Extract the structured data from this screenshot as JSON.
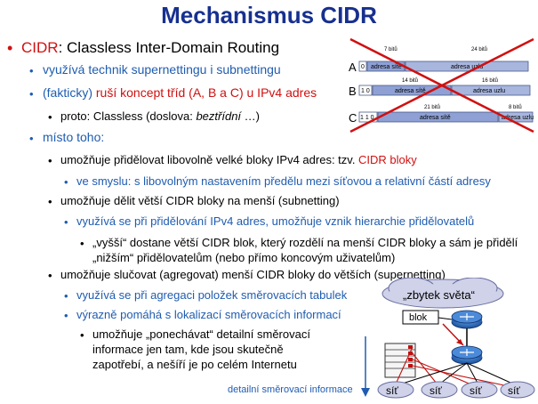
{
  "title": "Mechanismus CIDR",
  "lines": {
    "cidr_head": "CIDR",
    "cidr_rest": ": Classless Inter-Domain Routing",
    "a1": "využívá technik supernettingu i subnettingu",
    "a2_pre": "(fakticky) ",
    "a2_red": "ruší koncept tříd (A, B a C) u IPv4 adres",
    "a3_pre": "proto: Classless (doslova: ",
    "a3_it": "beztřídní",
    "a3_post": " …)",
    "b": "místo toho:",
    "c1_pre": "umožňuje přidělovat libovolně velké bloky IPv4 adres: tzv. ",
    "c1_red": "CIDR bloky",
    "c1a": "ve smyslu: s libovolným nastavením předělu mezi síťovou a relativní částí adresy",
    "c2": "umožňuje dělit větší CIDR bloky na menší (subnetting)",
    "c2a": "využívá se při přidělování IPv4 adres, umožňuje vznik hierarchie přidělovatelů",
    "c2b1": "„vyšší“ dostane větší CIDR blok, který rozdělí na menší CIDR bloky a sám je přidělí",
    "c2b2": "„nižším“ přidělovatelům (nebo přímo koncovým uživatelům)",
    "c3": "umožňuje slučovat (agregovat) menší CIDR bloky do větších (supernetting)",
    "c3a": "využívá se při agregaci položek směrovacích tabulek",
    "c3b": "výrazně pomáhá s lokalizací směrovacích informací",
    "c3c1": "umožňuje „ponechávat“ detailní směrovací",
    "c3c2": "informace jen tam, kde jsou skutečně",
    "c3c3": "zapotřebí, a nešíří je po celém Internetu"
  },
  "classes_diagram": {
    "rows": [
      {
        "label": "A",
        "prefix": "0",
        "net_bits": "7 bitů",
        "host_bits": "24 bitů",
        "net": "adresa sítě",
        "host": "adresa uzlu"
      },
      {
        "label": "B",
        "prefix": "1 0",
        "net_bits": "14 bitů",
        "host_bits": "16 bitů",
        "net": "adresa sítě",
        "host": "adresa uzlu"
      },
      {
        "label": "C",
        "prefix": "1 1 0",
        "net_bits": "21 bitů",
        "host_bits": "8 bitů",
        "net": "adresa sítě",
        "host": "adresa uzlu"
      }
    ]
  },
  "network_diagram": {
    "cloud": "„zbytek světa“",
    "block": "blok",
    "nets": [
      "síť",
      "síť",
      "síť",
      "síť"
    ],
    "footer": "detailní směrovací informace"
  },
  "colors": {
    "title": "#17308f",
    "blue": "#1f5cb0",
    "red": "#d01010",
    "bar": "#8ea0d4"
  }
}
